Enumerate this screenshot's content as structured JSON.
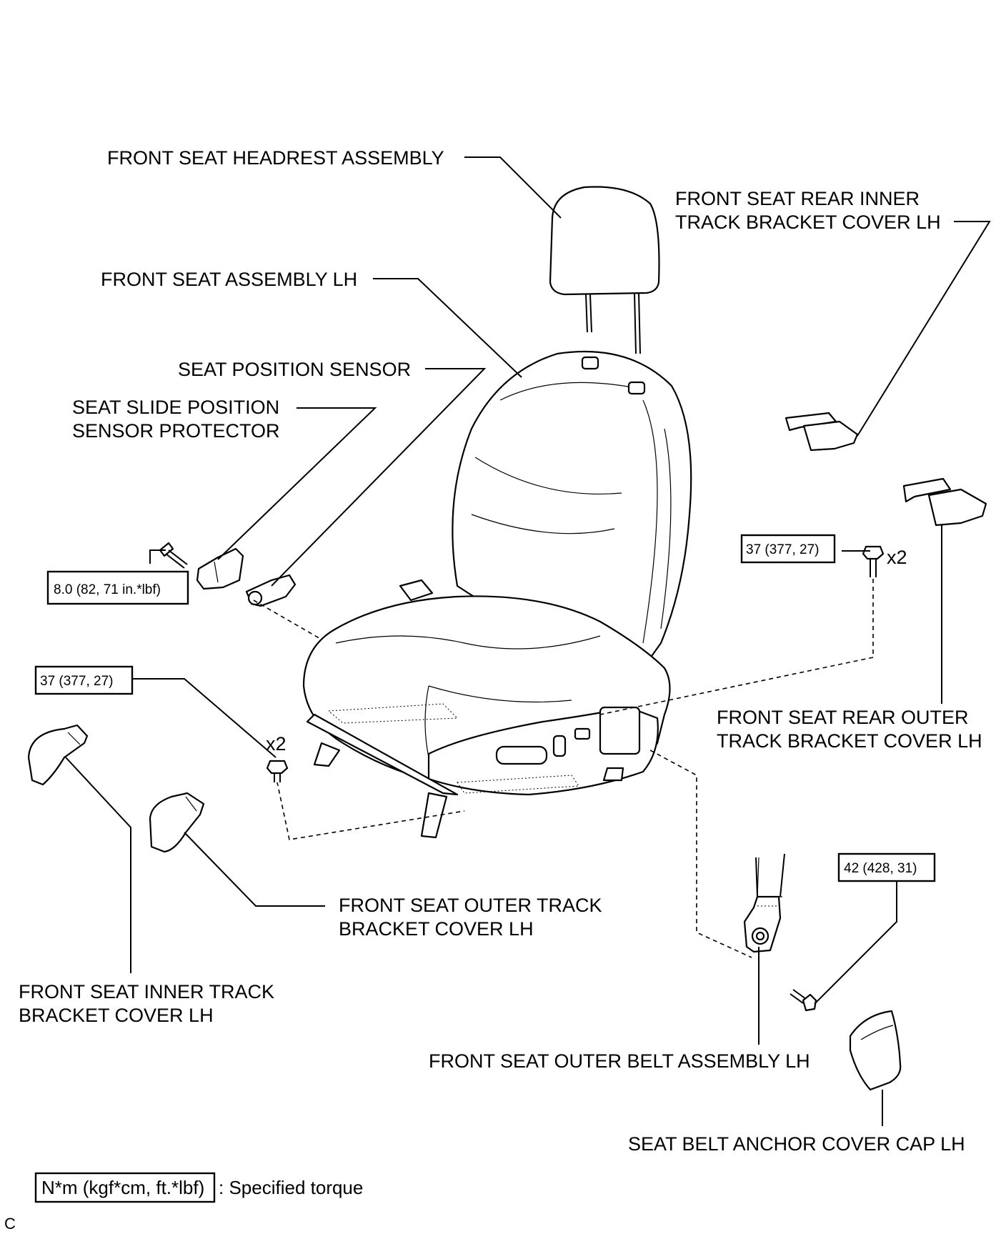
{
  "labels": {
    "headrest": "FRONT SEAT HEADREST ASSEMBLY",
    "rear_inner_cover_1": "FRONT SEAT REAR INNER",
    "rear_inner_cover_2": "TRACK BRACKET COVER LH",
    "seat_assembly": "FRONT SEAT ASSEMBLY LH",
    "position_sensor": "SEAT POSITION SENSOR",
    "slide_protector_1": "SEAT SLIDE POSITION",
    "slide_protector_2": "SENSOR PROTECTOR",
    "rear_outer_cover_1": "FRONT SEAT REAR OUTER",
    "rear_outer_cover_2": "TRACK BRACKET COVER LH",
    "outer_track_cover_1": "FRONT SEAT OUTER TRACK",
    "outer_track_cover_2": "BRACKET COVER LH",
    "inner_track_cover_1": "FRONT SEAT INNER TRACK",
    "inner_track_cover_2": "BRACKET COVER LH",
    "outer_belt": "FRONT SEAT OUTER BELT ASSEMBLY LH",
    "anchor_cap": "SEAT BELT ANCHOR COVER CAP LH"
  },
  "torques": {
    "sensor_protector_bolt": "8.0 (82, 71 in.*lbf)",
    "rear_bolts": "37 (377, 27)",
    "front_bolts": "37 (377, 27)",
    "belt_anchor_bolt": "42 (428, 31)"
  },
  "quantities": {
    "rear_bolts": "x2",
    "front_bolts": "x2"
  },
  "legend": {
    "unit_box": "N*m (kgf*cm, ft.*lbf)",
    "description": ": Specified torque"
  },
  "footer": {
    "code": "C"
  }
}
